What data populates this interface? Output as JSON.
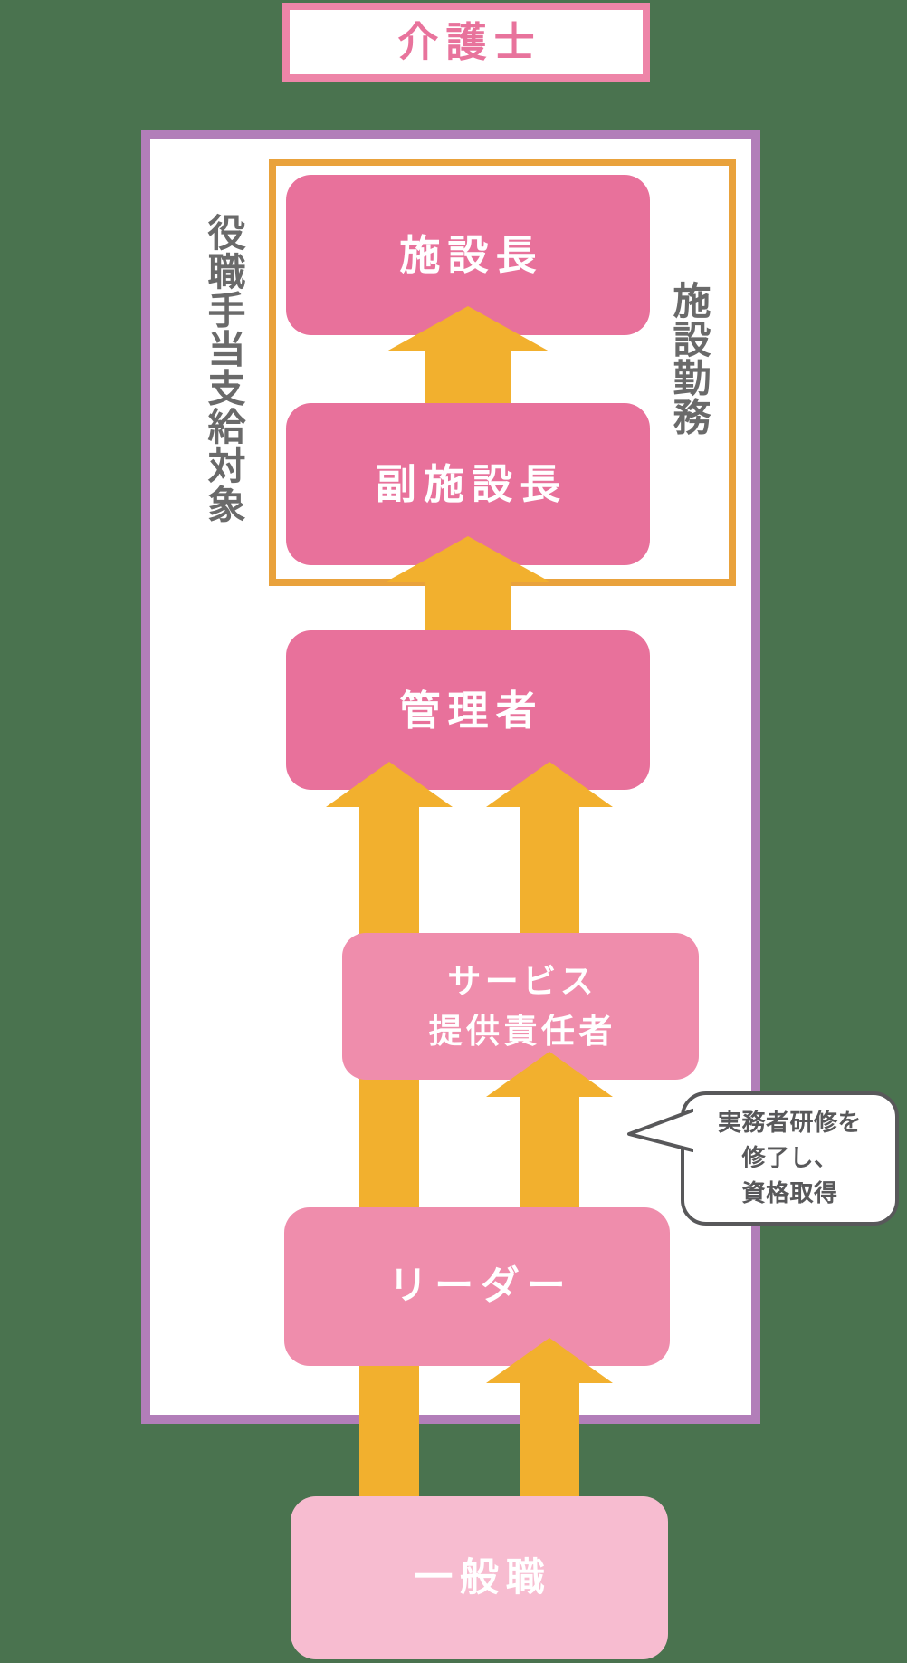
{
  "diagram": {
    "job_category": "介護士",
    "scope_label_vertical": "役職手当支給対象",
    "facility_label_vertical": "施設勤務",
    "levels": {
      "facility_director": "施設長",
      "deputy_facility_director": "副施設長",
      "manager": "管理者",
      "service_manager_line1": "サービス",
      "service_manager_line2": "提供責任者",
      "leader": "リーダー",
      "general_staff": "一般職"
    },
    "note_bubble": {
      "line1": "実務者研修を",
      "line2": "修了し、",
      "line3": "資格取得"
    },
    "colors": {
      "background_green": "#4a734f",
      "panel_border_purple": "#b27eb9",
      "frame_border_orange": "#e9a23c",
      "arrow_yellow": "#f2b02e",
      "tier_dark_pink": "#e8719b",
      "tier_mid_pink": "#ef8dac",
      "tier_light_pink": "#f7bcd0",
      "title_border_pink": "#ee85a8",
      "title_text_pink": "#e8739c",
      "side_label_gray": "#6a6a6a",
      "note_gray": "#58585a",
      "box_text_white": "#ffffff"
    }
  }
}
